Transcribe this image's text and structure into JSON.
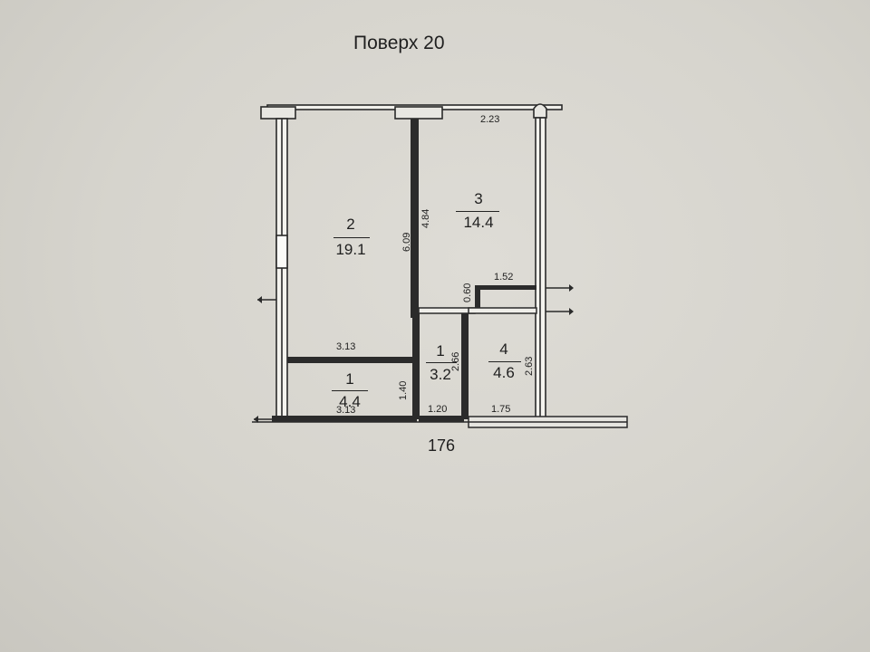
{
  "title": "Поверх 20",
  "footer_number": "176",
  "rooms": [
    {
      "id": "2",
      "area": "19.1"
    },
    {
      "id": "3",
      "area": "14.4"
    },
    {
      "id": "1",
      "area": "4.4"
    },
    {
      "id": "1",
      "area": "3.2"
    },
    {
      "id": "4",
      "area": "4.6"
    }
  ],
  "dimensions": {
    "top_right": "2.23",
    "room2_height": "6.09",
    "room3_height": "4.84",
    "room2_width": "3.13",
    "wc_top_width": "1.52",
    "wc_top_height": "0.60",
    "hall_height": "1.40",
    "bath_height": "2.66",
    "storage_height": "2.63",
    "bottom_left": "3.13",
    "bottom_mid": "1.20",
    "bottom_right": "1.75"
  },
  "colors": {
    "ink": "#1f1f1f",
    "paper": "#d9d7d0"
  }
}
